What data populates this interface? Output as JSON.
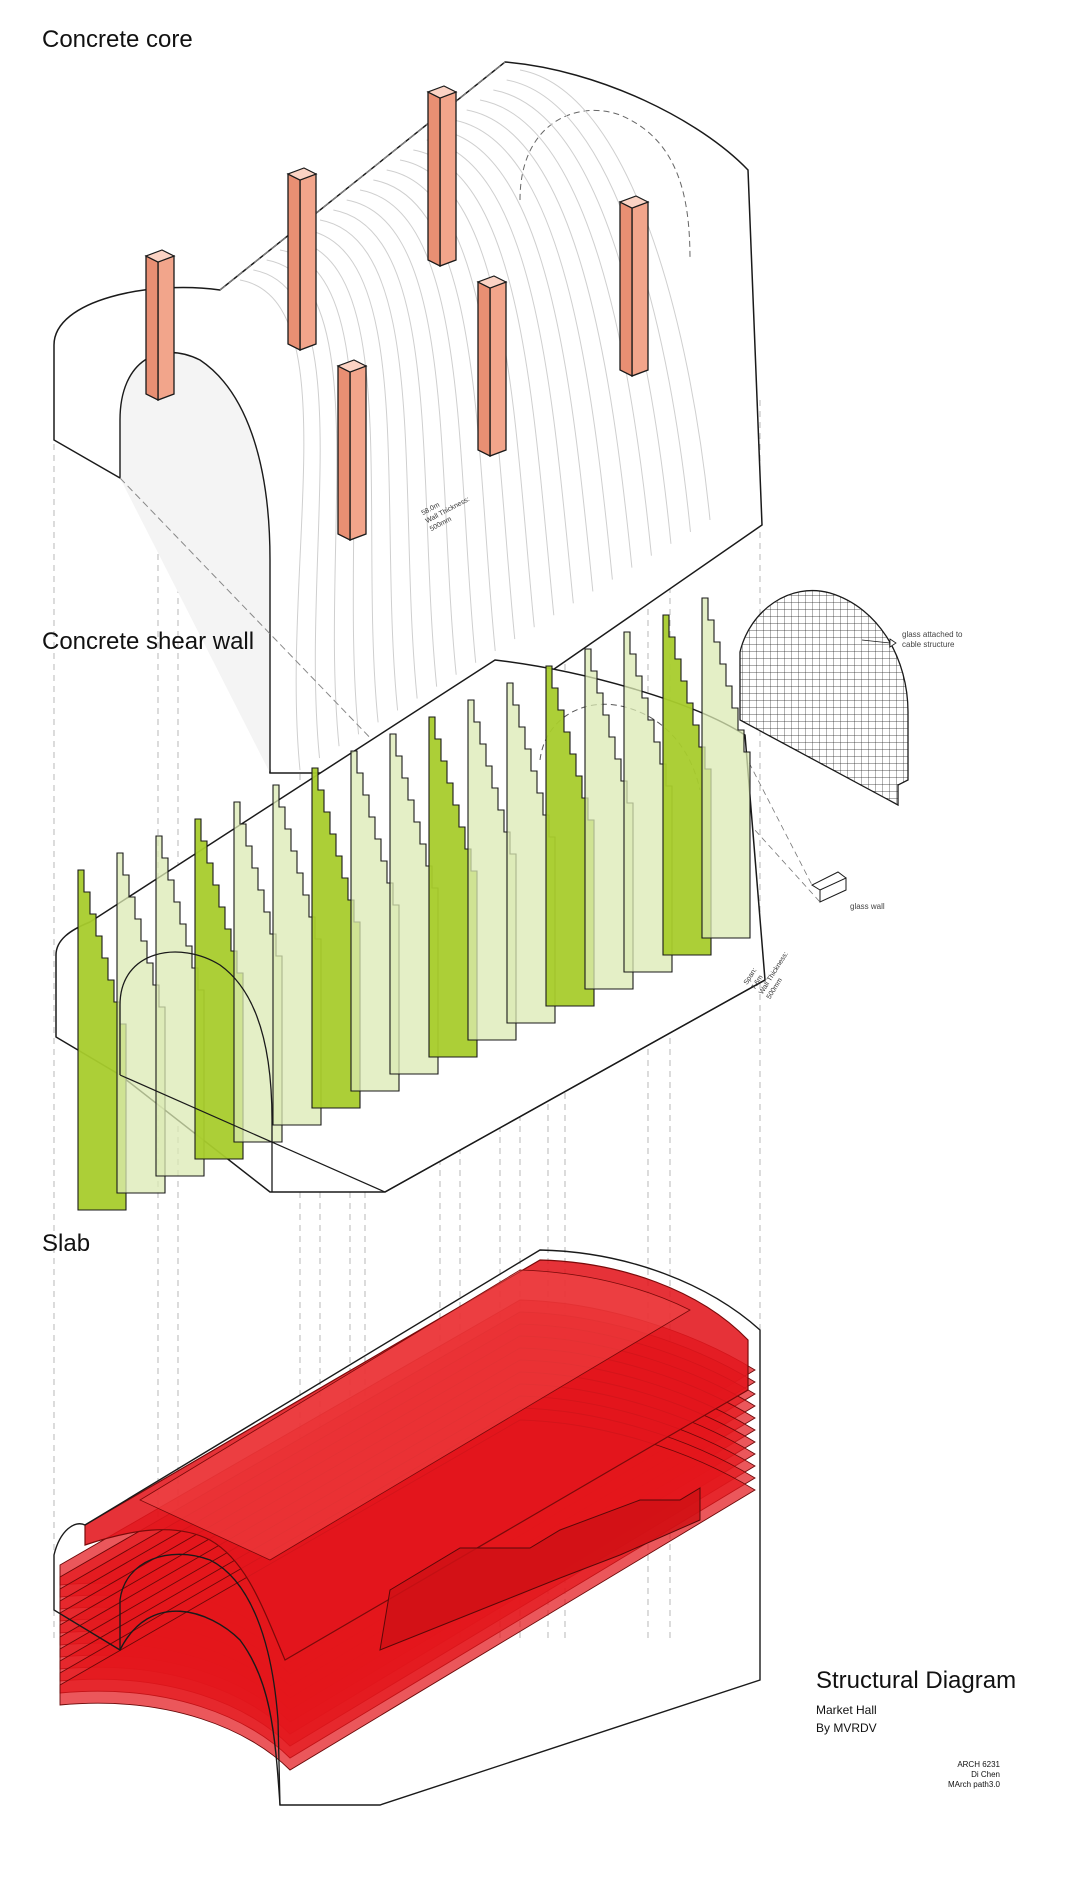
{
  "sections": {
    "core": "Concrete core",
    "shear_wall": "Concrete shear wall",
    "slab": "Slab"
  },
  "annotations": {
    "core_dims": [
      "58.0m",
      "Wall Thickness:",
      "500mm"
    ],
    "shear_dims": [
      "Span:",
      "7.6m",
      "Wall Thickness:",
      "500mm"
    ],
    "glass_cable": [
      "glass attached to",
      "cable structure"
    ],
    "glass_wall": "glass wall"
  },
  "title_block": {
    "title": "Structural Diagram",
    "project": "Market Hall",
    "architect": "By MVRDV",
    "course": "ARCH 6231",
    "author": "Di Chen",
    "program": "MArch path3.0"
  },
  "colors": {
    "core_fill": "#f2a58b",
    "shear_fill": "#a8cc2c",
    "shear_fill_light": "#dbe9b3",
    "slab_fill": "#e3161c",
    "line": "#1a1a1a"
  }
}
